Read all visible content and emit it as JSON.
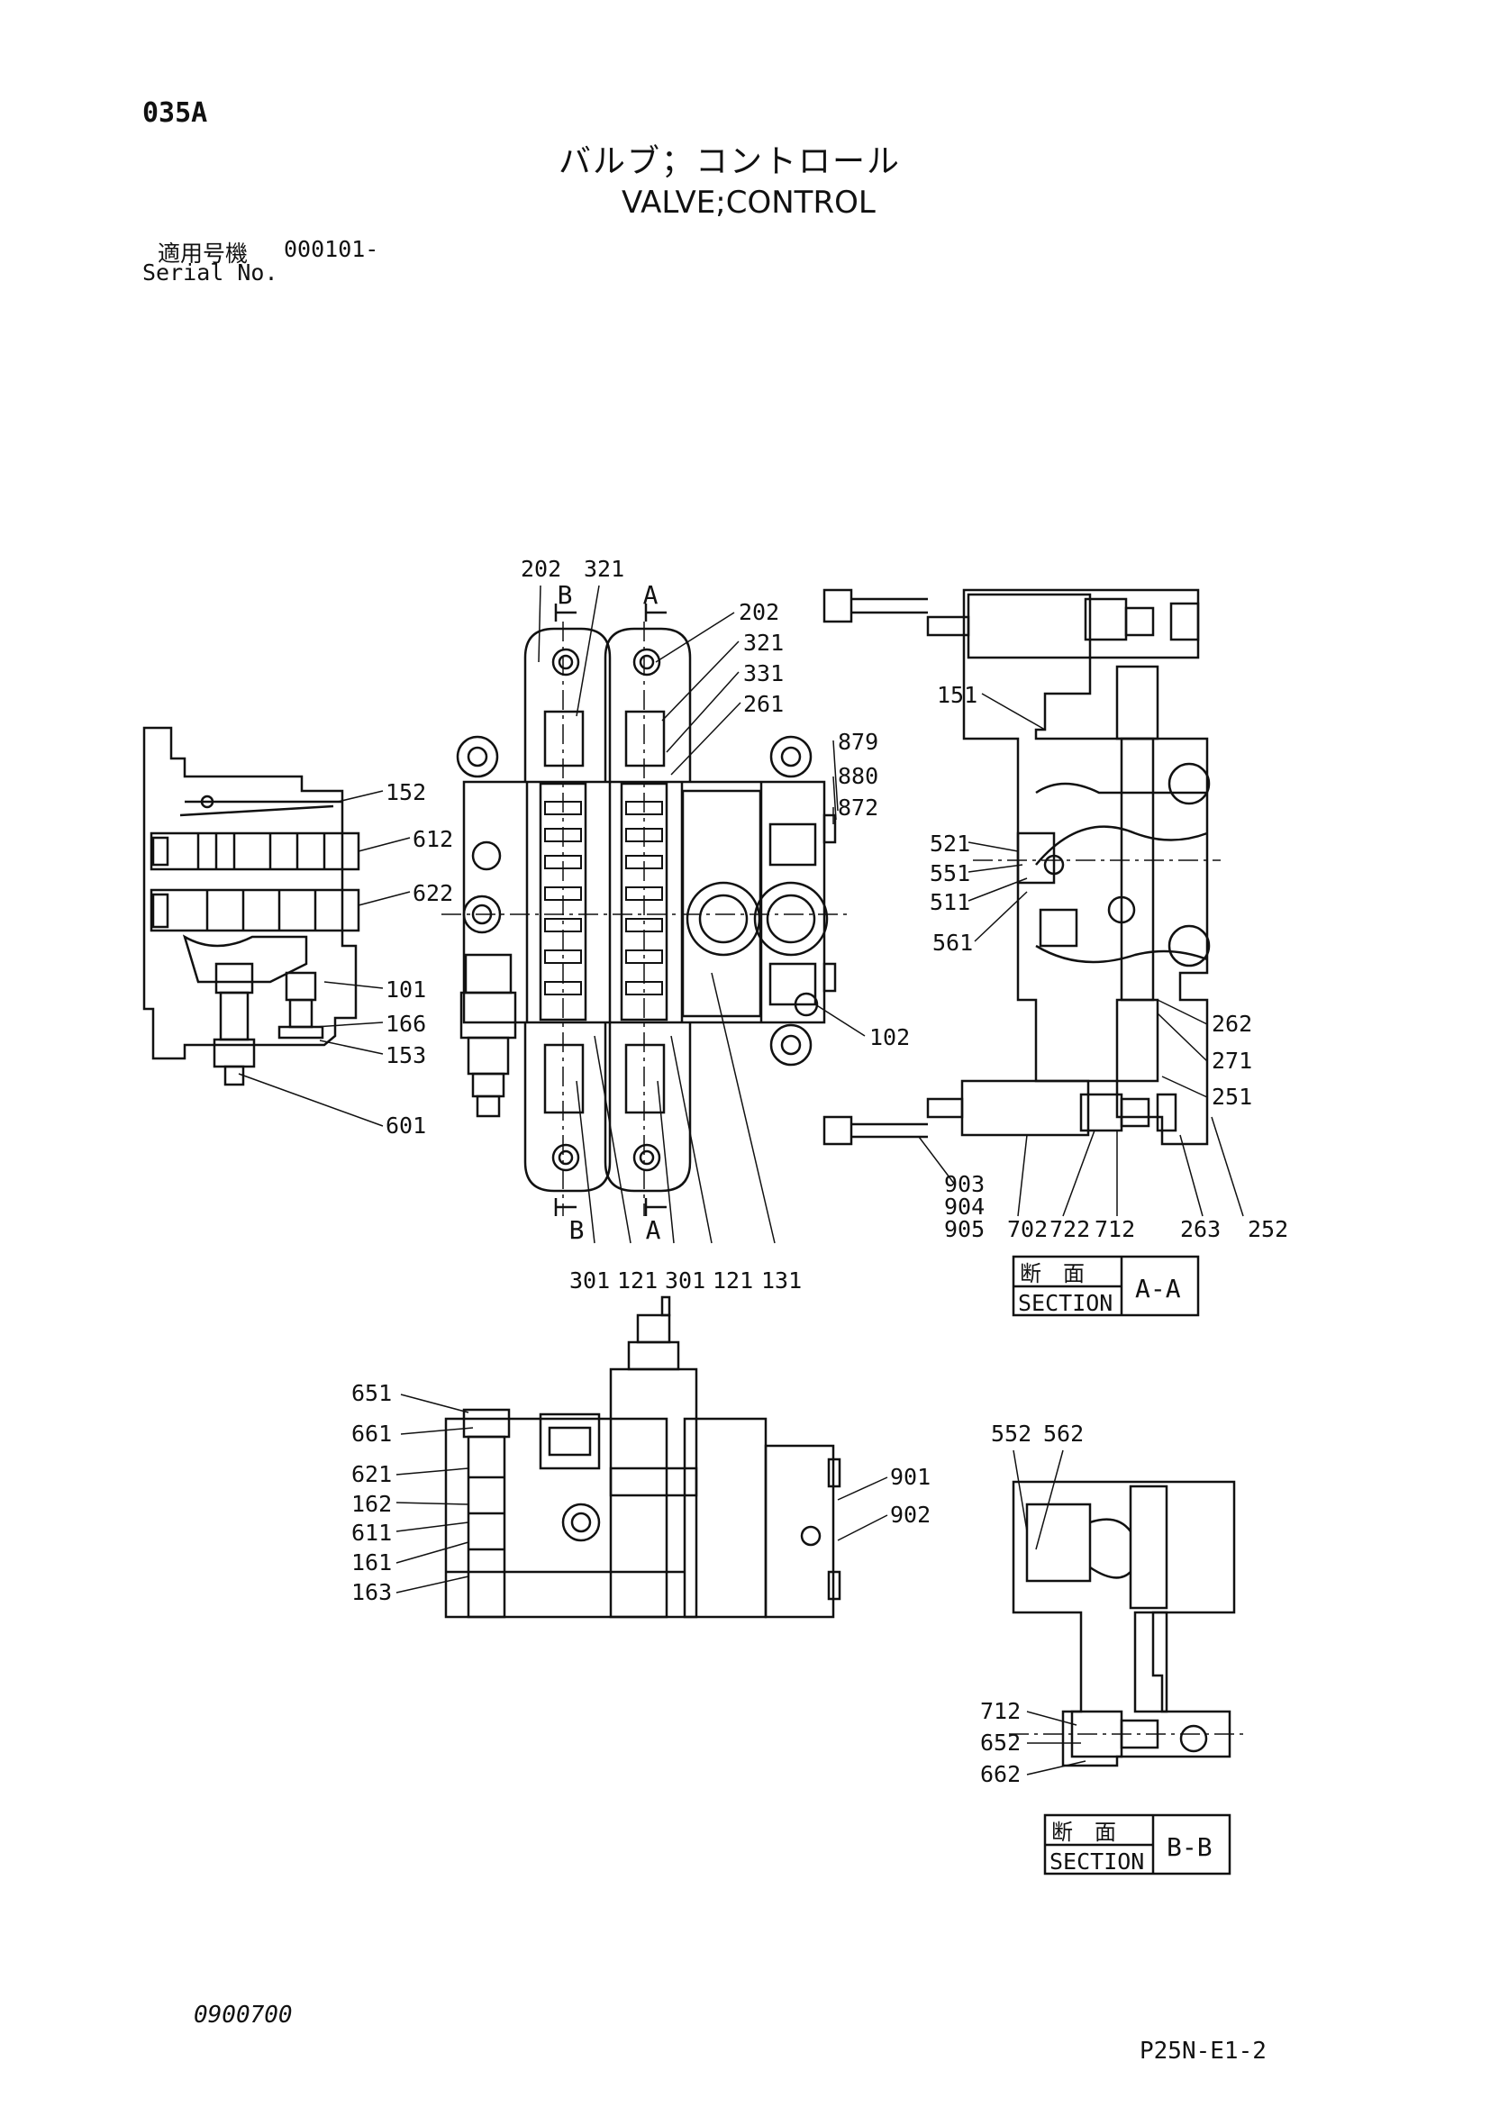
{
  "header": {
    "page_code": "035A",
    "title_jp": "バルブ；コントロール",
    "title_en": "VALVE;CONTROL",
    "serial_label_jp": "適用号機",
    "serial_value": "000101-",
    "serial_label_en": "Serial No."
  },
  "footer": {
    "doc_number": "0900700",
    "sheet_ref": "P25N-E1-2"
  },
  "sections": {
    "aa": {
      "jp": "断　面",
      "en": "SECTION",
      "id": "A-A"
    },
    "bb": {
      "jp": "断　面",
      "en": "SECTION",
      "id": "B-B"
    }
  },
  "cut_marks": {
    "a": "A",
    "b": "B"
  },
  "callouts": {
    "p202a": "202",
    "p321a": "321",
    "p202b": "202",
    "p321b": "321",
    "p331": "331",
    "p261": "261",
    "p879": "879",
    "p880": "880",
    "p872": "872",
    "p102": "102",
    "p152": "152",
    "p612": "612",
    "p622": "622",
    "p101": "101",
    "p166": "166",
    "p153": "153",
    "p601": "601",
    "p301a": "301",
    "p121a": "121",
    "p301b": "301",
    "p121b": "121",
    "p131": "131",
    "p151": "151",
    "p521": "521",
    "p551": "551",
    "p511": "511",
    "p561": "561",
    "p262": "262",
    "p271": "271",
    "p251": "251",
    "p903": "903",
    "p904": "904",
    "p905": "905",
    "p702": "702",
    "p722": "722",
    "p712a": "712",
    "p263": "263",
    "p252": "252",
    "p651": "651",
    "p661": "661",
    "p621": "621",
    "p162": "162",
    "p611": "611",
    "p161": "161",
    "p163": "163",
    "p901": "901",
    "p902": "902",
    "p552": "552",
    "p562": "562",
    "p712b": "712",
    "p652": "652",
    "p662": "662"
  }
}
